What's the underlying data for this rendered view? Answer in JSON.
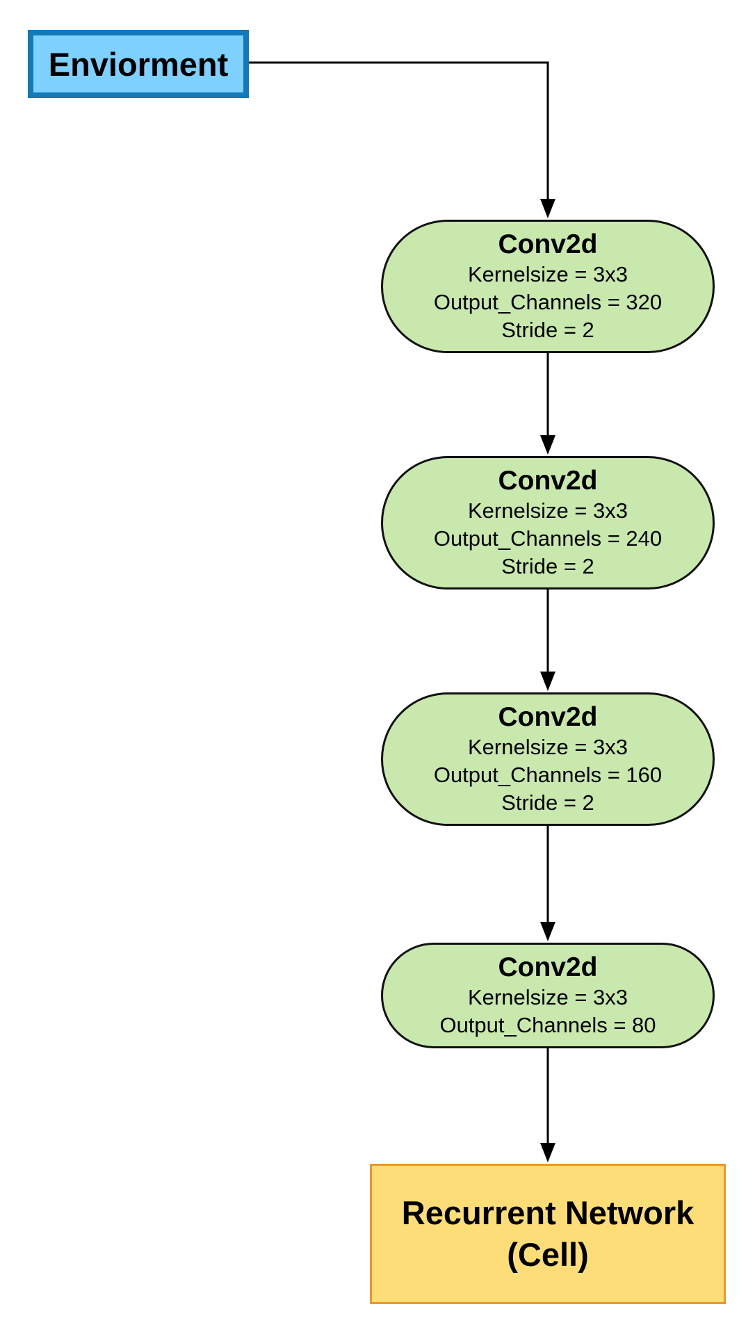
{
  "diagram": {
    "environment": {
      "label": "Enviorment"
    },
    "layers": [
      {
        "title": "Conv2d",
        "lines": [
          "Kernelsize = 3x3",
          "Output_Channels = 320",
          "Stride = 2"
        ]
      },
      {
        "title": "Conv2d",
        "lines": [
          "Kernelsize = 3x3",
          "Output_Channels = 240",
          "Stride = 2"
        ]
      },
      {
        "title": "Conv2d",
        "lines": [
          "Kernelsize = 3x3",
          "Output_Channels = 160",
          "Stride = 2"
        ]
      },
      {
        "title": "Conv2d",
        "lines": [
          "Kernelsize = 3x3",
          "Output_Channels = 80"
        ]
      }
    ],
    "output": {
      "line1": "Recurrent Network",
      "line2": "(Cell)"
    },
    "colors": {
      "environment_fill": "#7ed0ff",
      "environment_border": "#1479b8",
      "conv_fill": "#c8e8ae",
      "output_fill": "#fddd78",
      "output_border": "#f0952a"
    }
  }
}
